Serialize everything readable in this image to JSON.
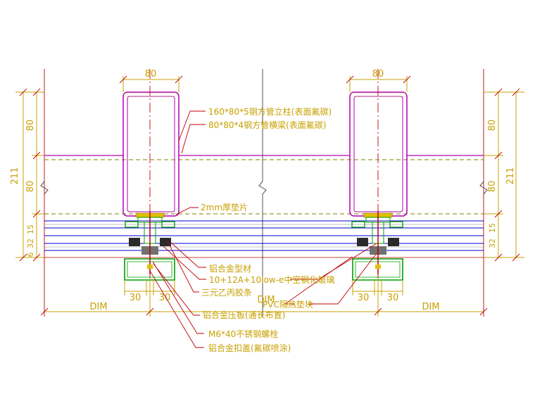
{
  "dimensions": {
    "column_width": "80",
    "depth_top": "80",
    "depth_mid": "80",
    "total_depth": "211",
    "glass_left": "15",
    "glass_left_2": "32",
    "glass_left_3": "6",
    "glass_right": "15",
    "glass_right_2": "32",
    "clamp_left": "30",
    "clamp_right": "30",
    "span_left": "DIM",
    "span_mid": "DIM",
    "span_right": "DIM"
  },
  "labels": {
    "column": "160*80*5钢方管立柱(表面氟碳)",
    "beam": "80*80*4钢方管横梁(表面氟碳)",
    "shim": "2mm厚垫片",
    "profile": "铝合金型材",
    "glass": "10+12A+10low-e中空钢化玻璃",
    "gasket": "三元乙丙胶条",
    "pressure_plate": "铝合金压板(通长布置)",
    "pvc_block": "PVC隔热垫块",
    "bolt": "M6*40不锈钢螺栓",
    "cover": "铝合金扣盖(氟碳喷涂)"
  },
  "colors": {
    "dimension": "#c8a000",
    "steel": "#b000b0",
    "glass": "#0000cc",
    "aluminum": "#00a000",
    "grid": "#c00000"
  }
}
